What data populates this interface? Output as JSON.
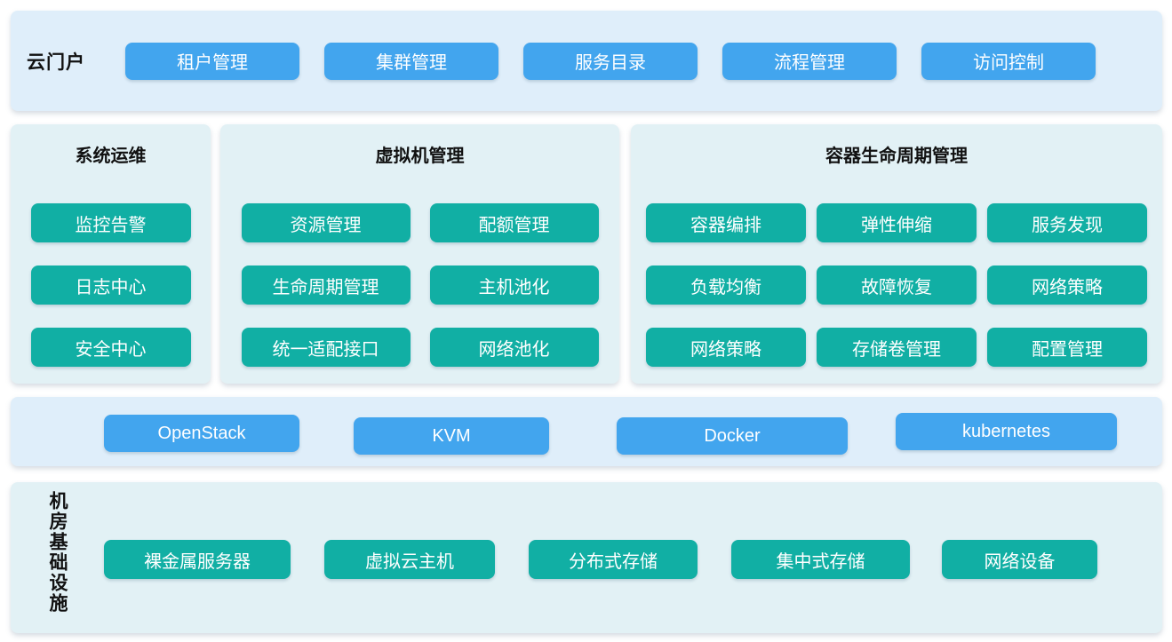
{
  "colors": {
    "button_blue": "#42a5ee",
    "button_teal": "#11afa4",
    "panel_blue_bg": "#dfeefa",
    "panel_teal_bg": "#e2f1f5",
    "button_text": "#ffffff",
    "heading_text": "#111111"
  },
  "portal": {
    "label": "云门户",
    "buttons": [
      "租户管理",
      "集群管理",
      "服务目录",
      "流程管理",
      "访问控制"
    ]
  },
  "panels": [
    {
      "title": "系统运维",
      "buttons": [
        "监控告警",
        "日志中心",
        "安全中心"
      ]
    },
    {
      "title": "虚拟机管理",
      "buttons": [
        "资源管理",
        "配额管理",
        "生命周期管理",
        "主机池化",
        "统一适配接口",
        "网络池化"
      ]
    },
    {
      "title": "容器生命周期管理",
      "buttons": [
        "容器编排",
        "弹性伸缩",
        "服务发现",
        "负载均衡",
        "故障恢复",
        "网络策略",
        "网络策略",
        "存储卷管理",
        "配置管理"
      ]
    }
  ],
  "platform": {
    "buttons": [
      "OpenStack",
      "KVM",
      "Docker",
      "kubernetes"
    ]
  },
  "infrastructure": {
    "label": "机房基础设施",
    "buttons": [
      "裸金属服务器",
      "虚拟云主机",
      "分布式存储",
      "集中式存储",
      "网络设备"
    ]
  }
}
